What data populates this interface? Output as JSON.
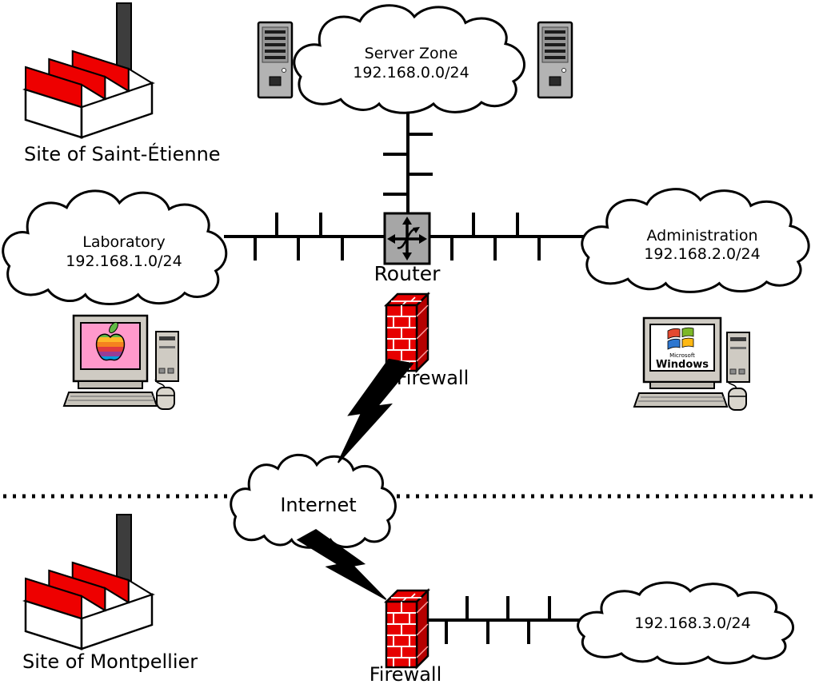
{
  "diagram": {
    "sites": {
      "saint_etienne": {
        "label": "Site of Saint-Étienne"
      },
      "montpellier": {
        "label": "Site of Montpellier"
      }
    },
    "networks": {
      "server_zone": {
        "name": "Server Zone",
        "subnet": "192.168.0.0/24"
      },
      "laboratory": {
        "name": "Laboratory",
        "subnet": "192.168.1.0/24"
      },
      "administration": {
        "name": "Administration",
        "subnet": "192.168.2.0/24"
      },
      "montpellier_lan": {
        "subnet": "192.168.3.0/24"
      },
      "internet": {
        "label": "Internet"
      }
    },
    "devices": {
      "router": {
        "label": "Router"
      },
      "firewall_saint_etienne": {
        "label": "Firewall"
      },
      "firewall_montpellier": {
        "label": "Firewall"
      },
      "windows_workstation": {
        "brand_small": "Microsoft",
        "brand": "Windows"
      }
    },
    "colors": {
      "factory_red": "#ee0000",
      "firewall_red": "#e60000",
      "chimney_gray": "#3d3d3d",
      "router_gray": "#a6a6a6",
      "mac_screen_pink": "#ff99cb",
      "cloud_fill": "#ffffff",
      "outline": "#000000"
    }
  }
}
